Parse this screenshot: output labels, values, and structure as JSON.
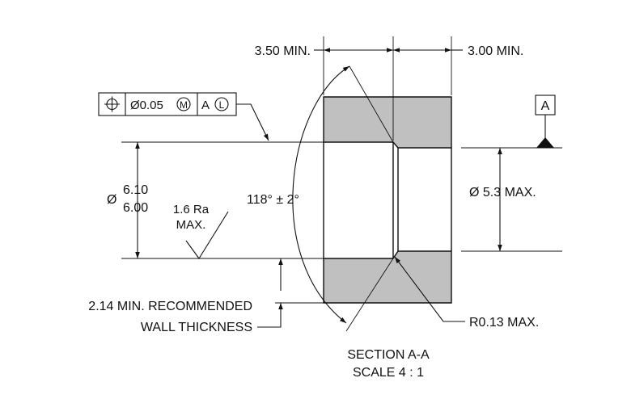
{
  "colors": {
    "section_fill": "#c0c0c0",
    "line": "#111111",
    "background": "#ffffff"
  },
  "dimensions": {
    "depth_left": "3.50 MIN.",
    "depth_right": "3.00 MIN.",
    "bore_diameter_upper": "6.10",
    "bore_diameter_lower": "6.00",
    "diameter_symbol": "Ø",
    "inner_diameter": "Ø 5.3 MAX.",
    "angle": "118° ± 2°",
    "wall_line1": "2.14 MIN. RECOMMENDED",
    "wall_line2": "WALL THICKNESS",
    "radius": "R0.13 MAX."
  },
  "surface_finish": {
    "line1": "1.6 Ra",
    "line2": "MAX."
  },
  "feature_control_frame": {
    "symbol_icon": "position-icon",
    "tolerance": "Ø0.05",
    "tolerance_modifier": "M",
    "datum": "A",
    "datum_modifier": "L"
  },
  "datum_feature": {
    "label": "A"
  },
  "section": {
    "title": "SECTION A-A",
    "scale": "SCALE 4 : 1"
  }
}
